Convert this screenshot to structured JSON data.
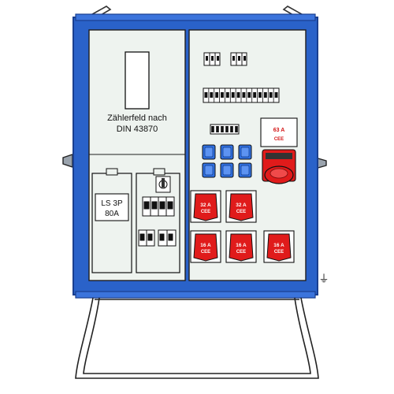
{
  "diagram": {
    "meter_field_label_line1": "Zählerfeld nach",
    "meter_field_label_line2": "DIN 43870",
    "main_breaker_line1": "LS 3P",
    "main_breaker_line2": "80A",
    "socket_63_line1": "63 A",
    "socket_63_line2": "CEE",
    "sockets_32": [
      {
        "line1": "32 A",
        "line2": "CEE"
      },
      {
        "line1": "32 A",
        "line2": "CEE"
      }
    ],
    "sockets_16": [
      {
        "line1": "16 A",
        "line2": "CEE"
      },
      {
        "line1": "16 A",
        "line2": "CEE"
      },
      {
        "line1": "16 A",
        "line2": "CEE"
      }
    ],
    "schuko_count": 6,
    "ground_symbol": "⏚"
  },
  "colors": {
    "frame_blue": "#2a62c9",
    "frame_blue_dark": "#1a3f8f",
    "panel_fill": "#eef3ef",
    "cee_red": "#e01b1b",
    "schuko_blue": "#2f6fe0"
  }
}
